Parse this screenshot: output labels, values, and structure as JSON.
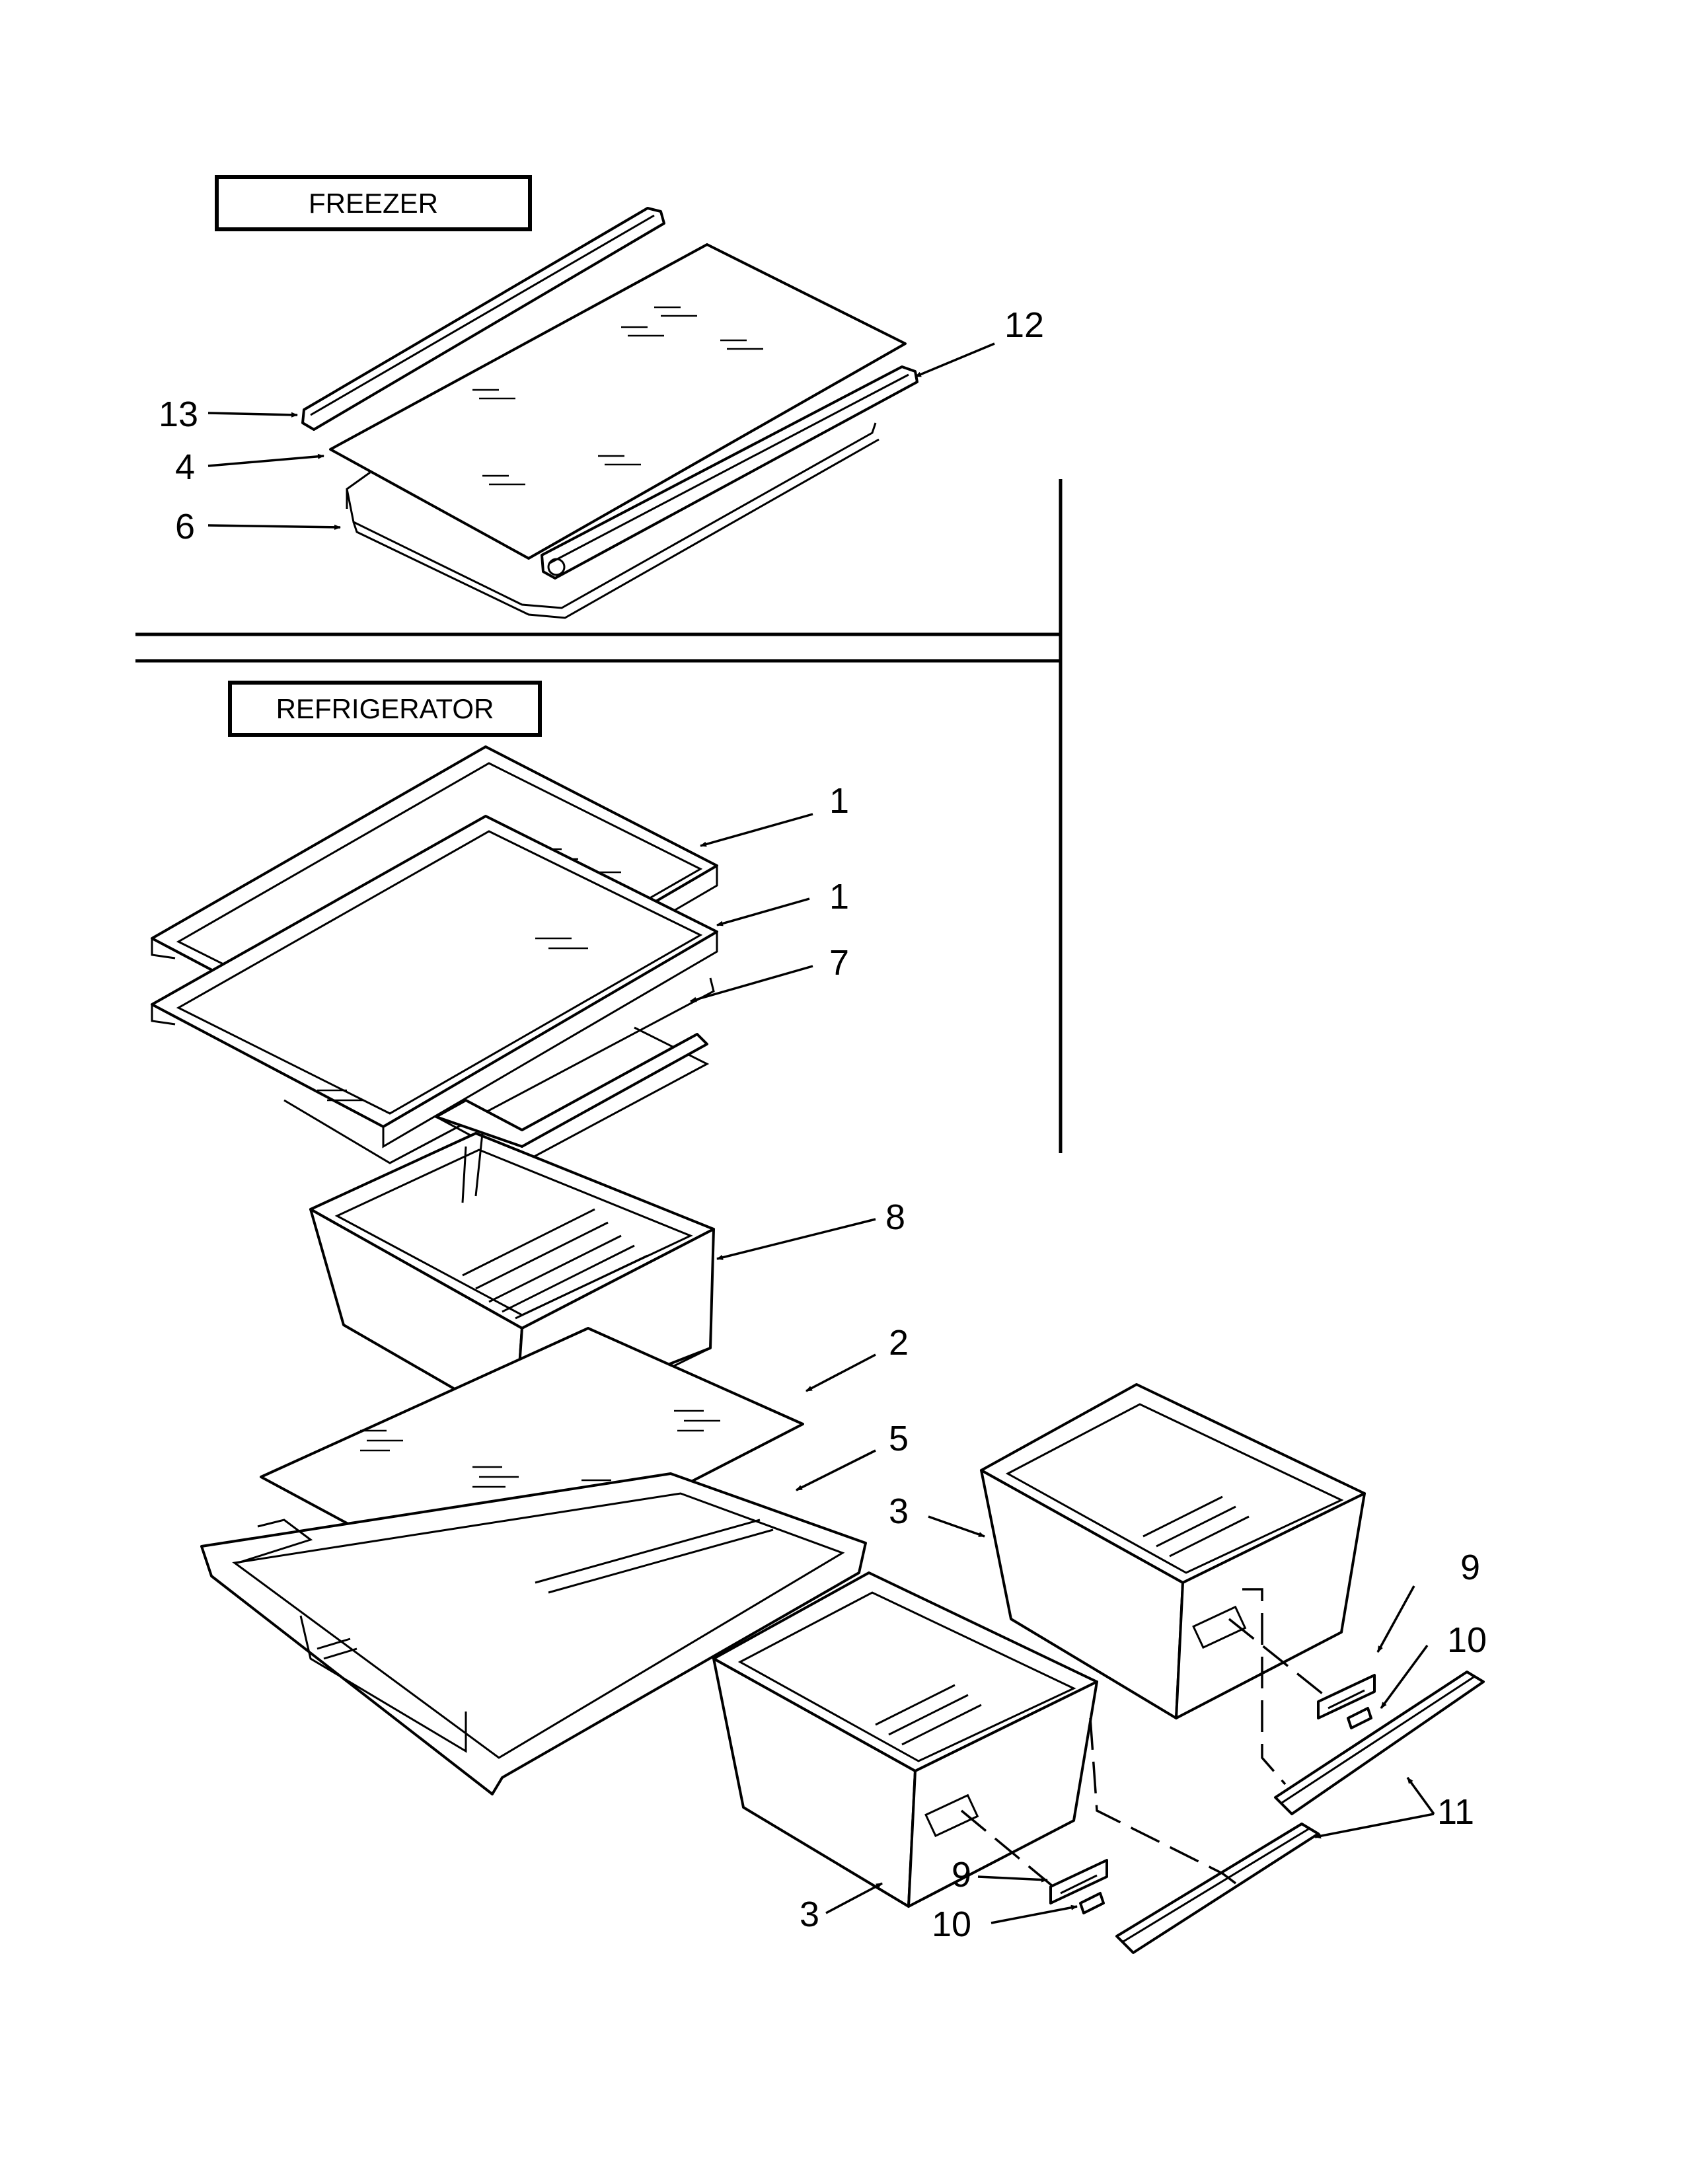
{
  "sections": {
    "freezer": "FREEZER",
    "refrigerator": "REFRIGERATOR"
  },
  "callouts": {
    "c13": "13",
    "c4": "4",
    "c6": "6",
    "c12": "12",
    "c1a": "1",
    "c1b": "1",
    "c7": "7",
    "c8": "8",
    "c2": "2",
    "c5": "5",
    "c3a": "3",
    "c3b": "3",
    "c9a": "9",
    "c10a": "10",
    "c9b": "9",
    "c10b": "10",
    "c11": "11"
  }
}
